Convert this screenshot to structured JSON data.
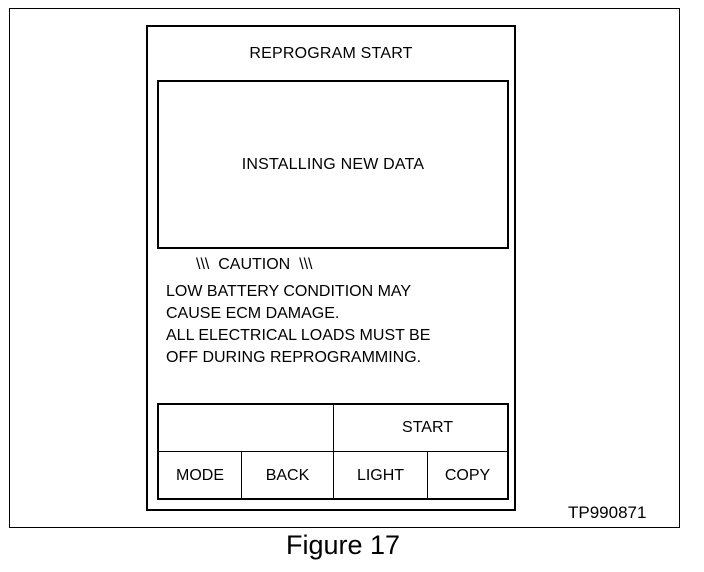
{
  "device": {
    "title": "REPROGRAM START",
    "screen_message": "INSTALLING NEW DATA",
    "caution": {
      "heading": "\\\\\\  CAUTION  \\\\\\",
      "lines": [
        "LOW BATTERY CONDITION MAY",
        "CAUSE ECM DAMAGE.",
        "ALL ELECTRICAL LOADS MUST BE",
        "OFF DURING REPROGRAMMING."
      ]
    },
    "softkeys": {
      "top_right": "START",
      "bottom": [
        "MODE",
        "BACK",
        "LIGHT",
        "COPY"
      ]
    }
  },
  "figure": {
    "code": "TP990871",
    "caption": "Figure 17"
  }
}
